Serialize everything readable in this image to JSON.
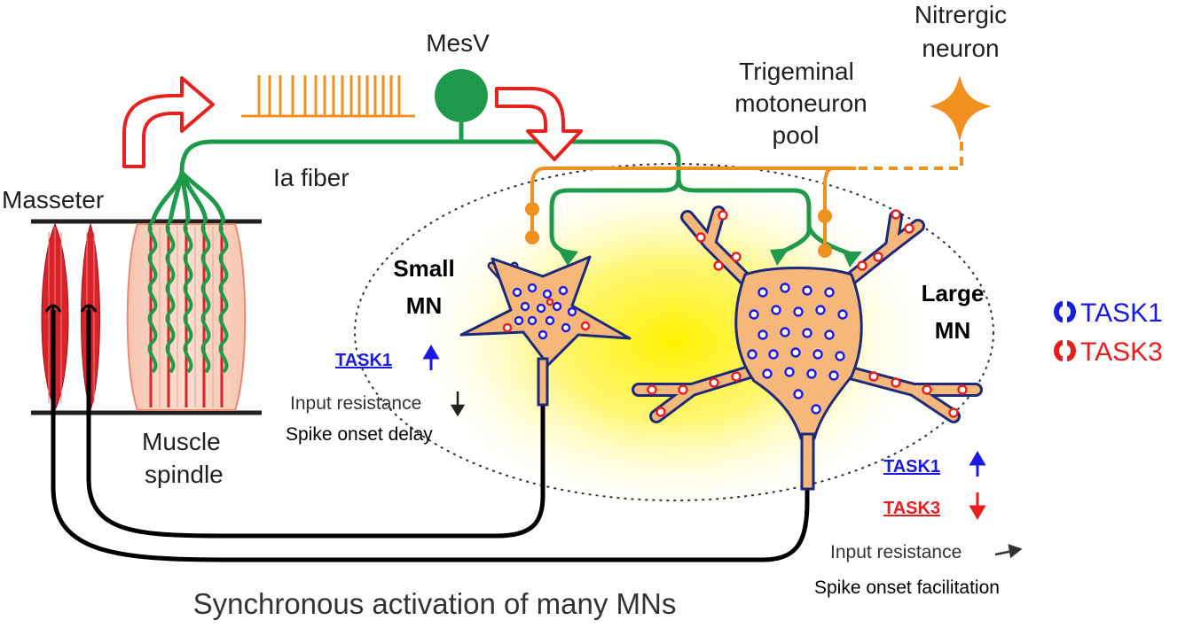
{
  "labels": {
    "mesv": "MesV",
    "nitrergic_line1": "Nitrergic",
    "nitrergic_line2": "neuron",
    "pool_line1": "Trigeminal",
    "pool_line2": "motoneuron",
    "pool_line3": "pool",
    "ia_fiber": "Ia fiber",
    "masseter": "Masseter",
    "spindle_line1": "Muscle",
    "spindle_line2": "spindle",
    "small_mn_line1": "Small",
    "small_mn_line2": "MN",
    "large_mn_line1": "Large",
    "large_mn_line2": "MN",
    "bottom_caption": "Synchronous activation of many MNs"
  },
  "small_mn_effects": {
    "channel": "TASK1",
    "input_resistance": "Input resistance",
    "spike": "Spike onset delay"
  },
  "large_mn_effects": {
    "channel1": "TASK1",
    "channel2": "TASK3",
    "input_resistance": "Input resistance",
    "spike": "Spike onset facilitation"
  },
  "legend": {
    "task1": "TASK1",
    "task3": "TASK3"
  },
  "colors": {
    "task1": "#1a1ae6",
    "task3": "#e61e1e",
    "green_fiber": "#1f9a4a",
    "orange_fiber": "#f0901e",
    "mn_fill": "#f6b77a",
    "mn_outline": "#1b2a7a",
    "muscle_red": "#d9232a",
    "arrow_red": "#e8211d",
    "glow_yellow": "#fff200"
  }
}
